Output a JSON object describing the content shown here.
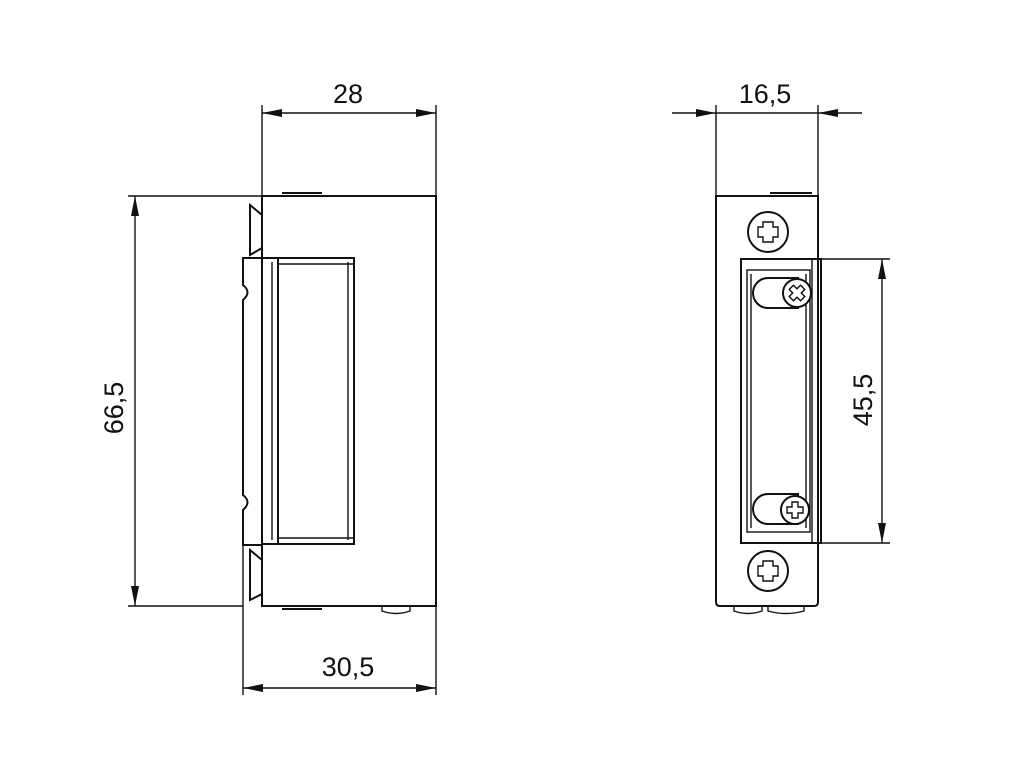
{
  "drawing": {
    "stroke_color": "#111111",
    "background": "#ffffff",
    "side_view": {
      "dim_top": "28",
      "dim_left": "66,5",
      "dim_bottom": "30,5"
    },
    "front_view": {
      "dim_top": "16,5",
      "dim_right": "45,5",
      "screws": [
        "phillips-screw-icon",
        "phillips-screw-icon",
        "phillips-screw-icon",
        "phillips-screw-icon"
      ]
    }
  }
}
